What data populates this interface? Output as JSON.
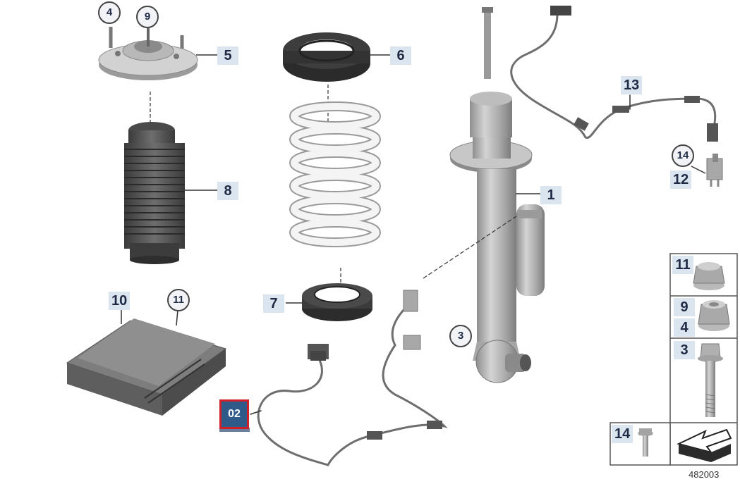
{
  "diagram": {
    "callouts": {
      "c1": "1",
      "c3_tag": "3",
      "c3_circ": "3",
      "c4_circ": "4",
      "c5": "5",
      "c6": "6",
      "c7": "7",
      "c8": "8",
      "c9_circ": "9",
      "c10": "10",
      "c11_circ": "11",
      "c12": "12",
      "c13": "13",
      "c14_circ": "14",
      "c02": "02"
    },
    "legend": {
      "r11": "11",
      "r9": "9",
      "r4": "4",
      "r3": "3",
      "r14": "14"
    },
    "catalog_number": "482003"
  },
  "colors": {
    "callout_bg": "#dbe5f0",
    "callout_text": "#1f2a44",
    "hotspot_bg": "#2f5a8a",
    "hotspot_border": "#d0202a"
  }
}
